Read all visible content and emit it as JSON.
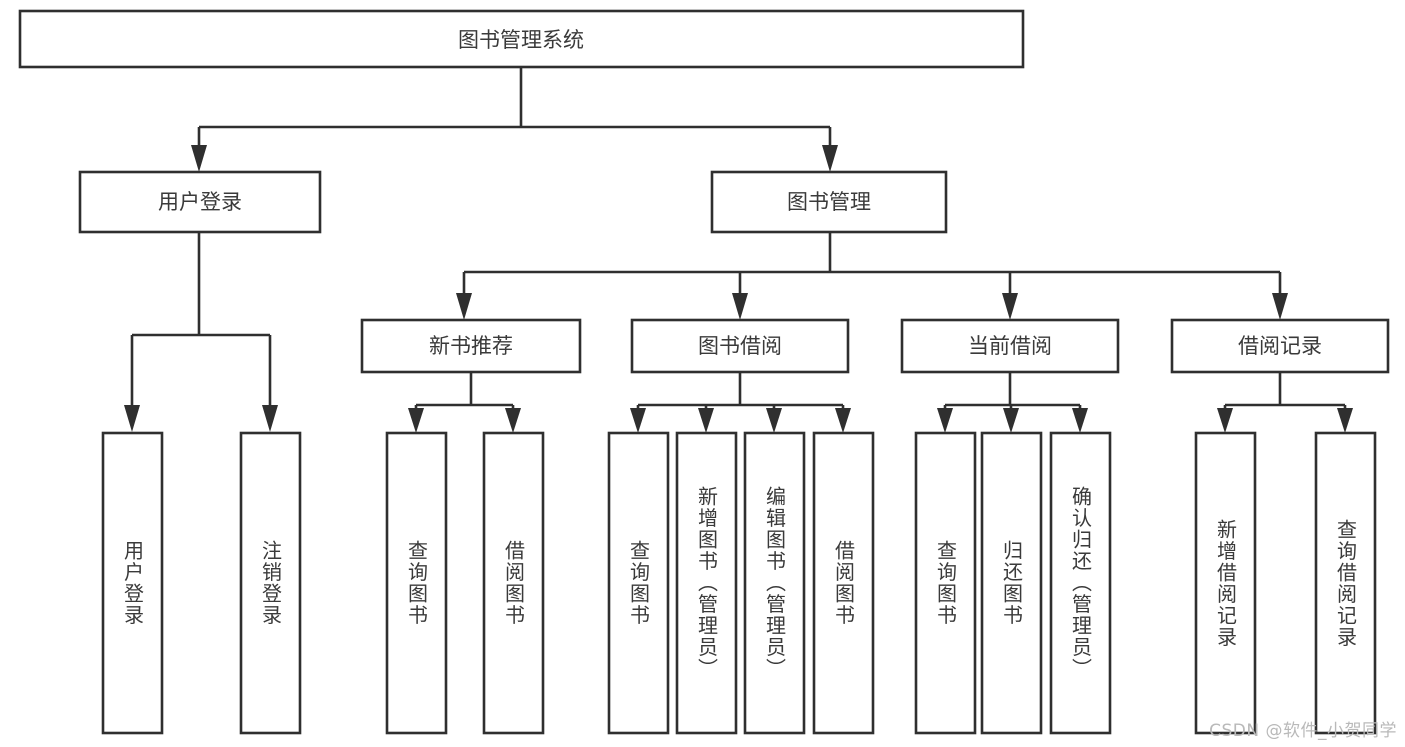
{
  "diagram": {
    "title": "图书管理系统",
    "type": "hierarchy-tree",
    "root": {
      "id": "root",
      "label": "图书管理系统"
    },
    "level2": [
      {
        "id": "user-login",
        "label": "用户登录"
      },
      {
        "id": "book-management",
        "label": "图书管理"
      }
    ],
    "level3": [
      {
        "id": "new-book-recommend",
        "label": "新书推荐",
        "parent": "book-management"
      },
      {
        "id": "book-borrow",
        "label": "图书借阅",
        "parent": "book-management"
      },
      {
        "id": "current-borrow",
        "label": "当前借阅",
        "parent": "book-management"
      },
      {
        "id": "borrow-record",
        "label": "借阅记录",
        "parent": "book-management"
      }
    ],
    "leaves": [
      {
        "id": "leaf-user-login",
        "label": "用户登录",
        "parent": "user-login"
      },
      {
        "id": "leaf-logout-login",
        "label": "注销登录",
        "parent": "user-login"
      },
      {
        "id": "leaf-query-book-1",
        "label": "查询图书",
        "parent": "new-book-recommend"
      },
      {
        "id": "leaf-borrow-book-1",
        "label": "借阅图书",
        "parent": "new-book-recommend"
      },
      {
        "id": "leaf-query-book-2",
        "label": "查询图书",
        "parent": "book-borrow"
      },
      {
        "id": "leaf-add-book",
        "label": "新增图书（管理员）",
        "parent": "book-borrow"
      },
      {
        "id": "leaf-edit-book",
        "label": "编辑图书（管理员）",
        "parent": "book-borrow"
      },
      {
        "id": "leaf-borrow-book-2",
        "label": "借阅图书",
        "parent": "book-borrow"
      },
      {
        "id": "leaf-query-book-3",
        "label": "查询图书",
        "parent": "current-borrow"
      },
      {
        "id": "leaf-return-book",
        "label": "归还图书",
        "parent": "current-borrow"
      },
      {
        "id": "leaf-confirm-return",
        "label": "确认归还（管理员）",
        "parent": "current-borrow"
      },
      {
        "id": "leaf-add-record",
        "label": "新增借阅记录",
        "parent": "borrow-record"
      },
      {
        "id": "leaf-query-record",
        "label": "查询借阅记录",
        "parent": "borrow-record"
      }
    ],
    "colors": {
      "stroke": "#2f2f2f",
      "text": "#3a3a3a",
      "background": "#ffffff",
      "watermark": "#b9b9b9"
    }
  },
  "watermark": {
    "text": "CSDN @软件_小贺同学"
  }
}
